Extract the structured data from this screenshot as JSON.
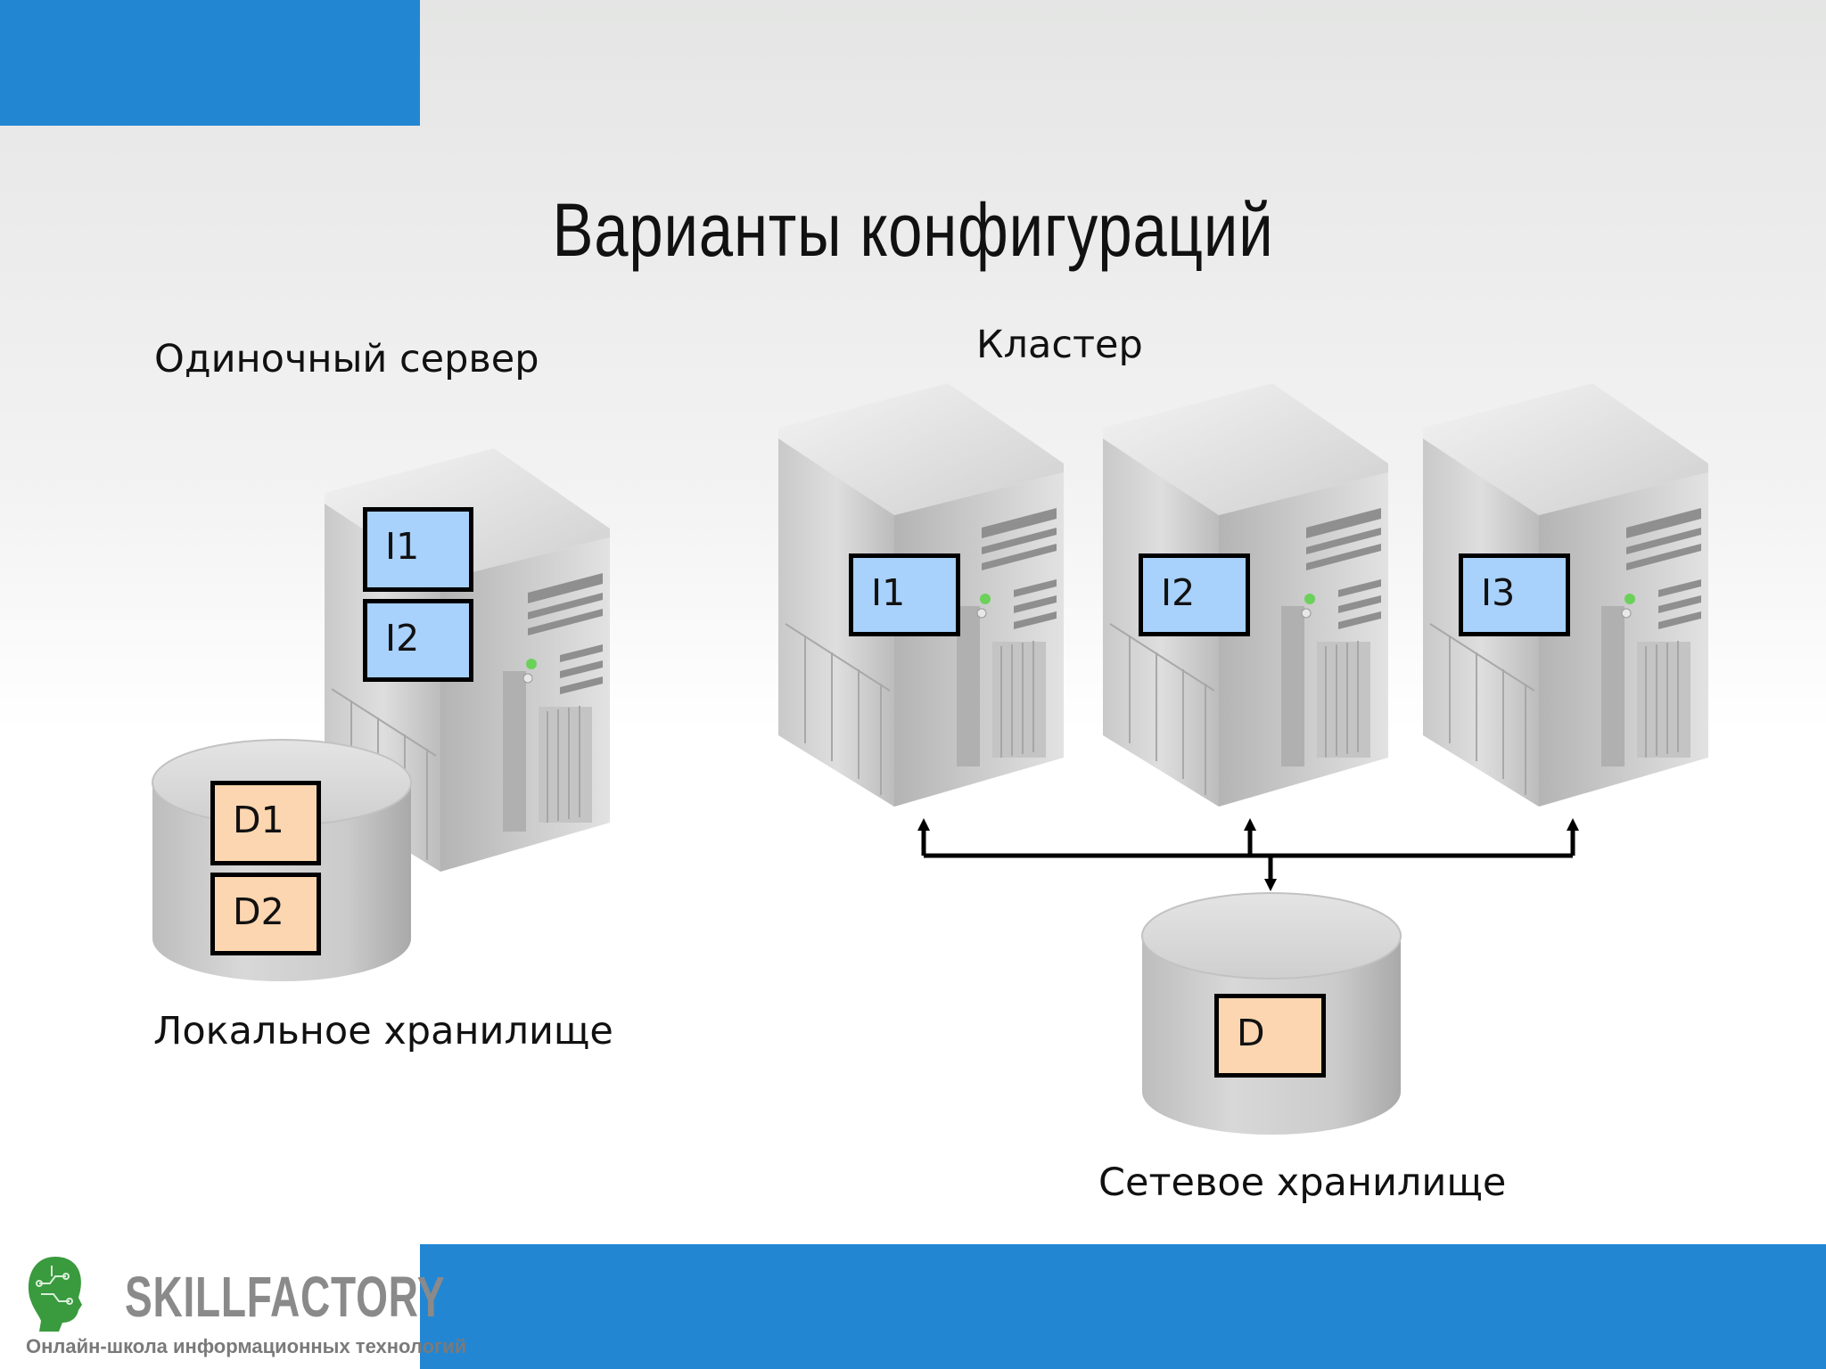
{
  "slide": {
    "title": "Варианты конфигураций",
    "accent_color": "#2286d3"
  },
  "single": {
    "heading": "Одиночный сервер",
    "instances": [
      "I1",
      "I2"
    ],
    "datafiles": [
      "D1",
      "D2"
    ],
    "storage_label": "Локальное хранилище"
  },
  "cluster": {
    "heading": "Кластер",
    "instances": [
      "I1",
      "I2",
      "I3"
    ],
    "datafile": "D",
    "storage_label": "Сетевое хранилище"
  },
  "logo": {
    "name": "SKILLFACTORY",
    "tagline": "Онлайн-школа информационных технологий",
    "color": "#3a9a3e"
  }
}
